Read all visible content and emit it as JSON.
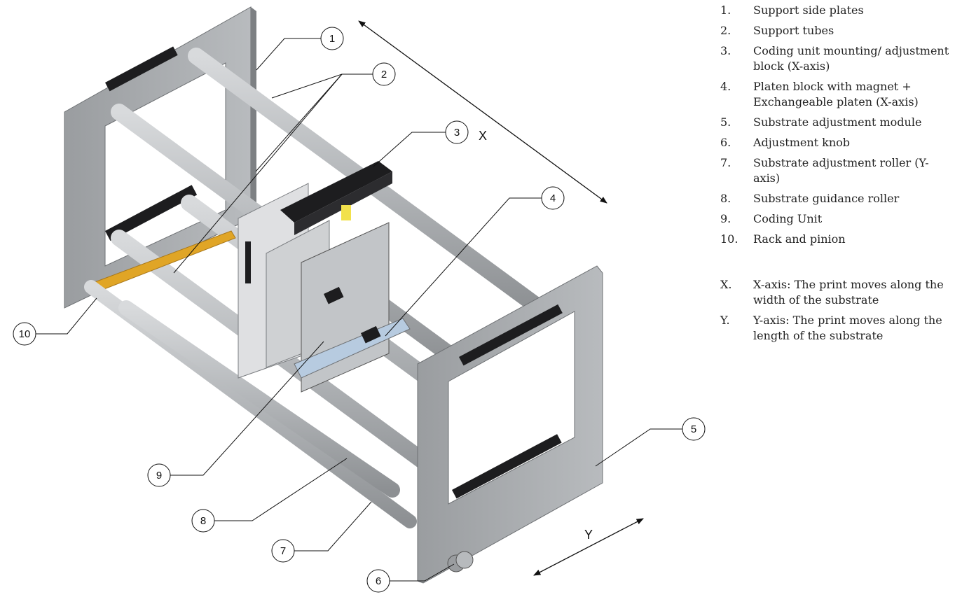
{
  "legend": {
    "items": [
      {
        "num": "1.",
        "text": "Support side plates"
      },
      {
        "num": "2.",
        "text": "Support tubes"
      },
      {
        "num": "3.",
        "text": "Coding unit mounting/ adjustment block (X-axis)"
      },
      {
        "num": "4.",
        "text": "Platen block with magnet + Exchangeable platen (X-axis)"
      },
      {
        "num": "5.",
        "text": "Substrate adjustment module"
      },
      {
        "num": "6.",
        "text": "Adjustment knob"
      },
      {
        "num": "7.",
        "text": "Substrate adjustment roller (Y-axis)"
      },
      {
        "num": "8.",
        "text": "Substrate guidance roller"
      },
      {
        "num": "9.",
        "text": "Coding Unit"
      },
      {
        "num": "10.",
        "text": "Rack and pinion"
      }
    ],
    "axes": [
      {
        "num": "X.",
        "text": "X-axis: The print moves along the width of the substrate"
      },
      {
        "num": "Y.",
        "text": "Y-axis: The print moves along the length of the substrate"
      }
    ]
  },
  "callouts": [
    "1",
    "2",
    "3",
    "4",
    "5",
    "6",
    "7",
    "8",
    "9",
    "10"
  ],
  "axis_labels": {
    "x": "X",
    "y": "Y"
  },
  "colors": {
    "frame": "#a4a7aa",
    "frame_dark": "#8a8d90",
    "tube": "#b9bcbf",
    "black_part": "#1d1d1f",
    "yellow_rack": "#e0a526",
    "coding_unit": "#dfe0e2"
  }
}
